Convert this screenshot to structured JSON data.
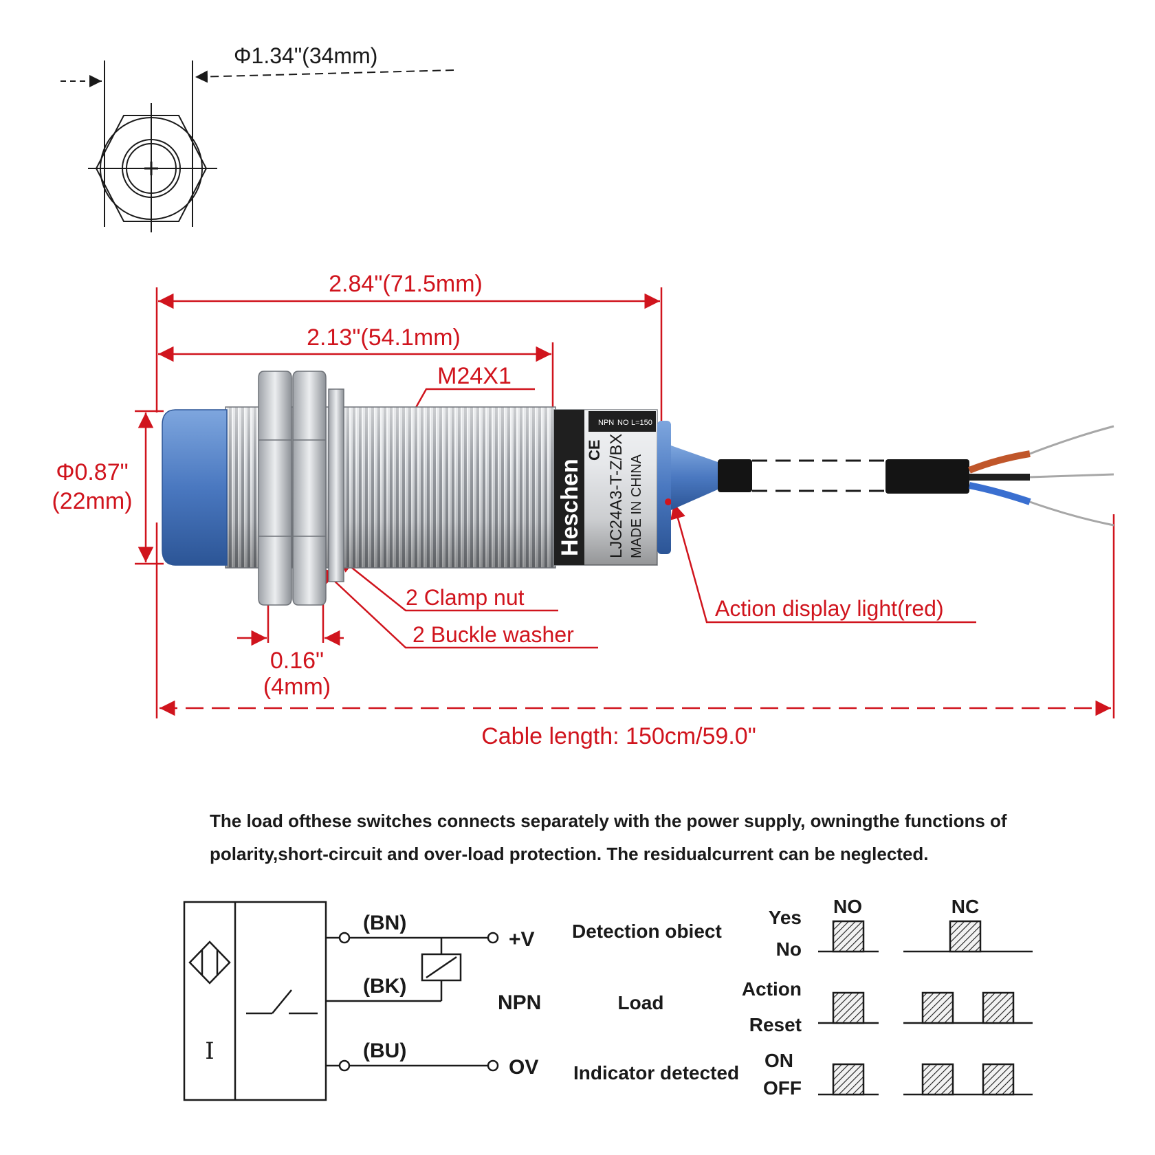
{
  "dimensions": {
    "hex_width": "Φ1.34\"(34mm)",
    "total_length": "2.84\"(71.5mm)",
    "thread_length": "2.13\"(54.1mm)",
    "thread_spec": "M24X1",
    "diameter_in": "Φ0.87\"",
    "diameter_mm": "(22mm)",
    "nut_thickness_in": "0.16\"",
    "nut_thickness_mm": "(4mm)",
    "cable_length": "Cable length: 150cm/59.0\""
  },
  "callouts": {
    "clamp_nut": "2 Clamp nut",
    "buckle_washer": "2 Buckle washer",
    "indicator": "Action display light(red)"
  },
  "sensor_label": {
    "brand": "Heschen",
    "ce_mark": "CE",
    "model": "LJC24A3-T-Z/BX",
    "origin": "MADE IN CHINA",
    "top_1": "NPN",
    "top_2": "NO",
    "top_3": "L=150"
  },
  "description": "The load ofthese switches connects separately with the power supply, owningthe functions of polarity,short-circuit and over-load protection. The residualcurrent can be neglected.",
  "wiring": {
    "wire_bn": "(BN)",
    "wire_bk": "(BK)",
    "wire_bu": "(BU)",
    "plus_v": "+V",
    "zero_v": "OV",
    "type": "NPN",
    "inside_symbol": "I"
  },
  "timing": {
    "row1_title": "Detection obiect",
    "row1_high": "Yes",
    "row1_low": "No",
    "row2_title": "Load",
    "row2_high": "Action",
    "row2_low": "Reset",
    "row3_title": "Indicator detected",
    "row3_high": "ON",
    "row3_low": "OFF",
    "col_no": "NO",
    "col_nc": "NC"
  },
  "colors": {
    "dimension_red": "#d0141d",
    "sensor_cap_blue": "#4a78c0",
    "body_silver": "#c9ccd1",
    "line_black": "#1a1a1a",
    "wire_brown": "#c0562a",
    "wire_blue": "#3a6fd0"
  }
}
